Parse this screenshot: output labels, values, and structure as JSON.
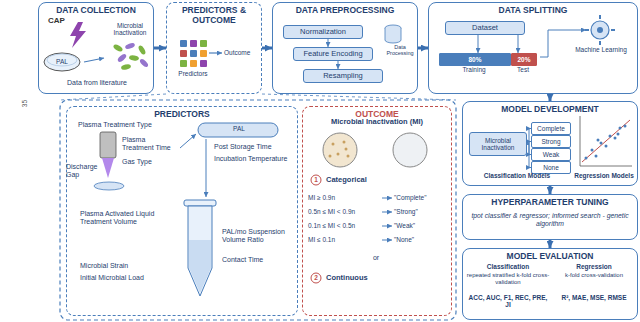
{
  "diagram": {
    "nodes": [
      {
        "text": [
          "DATA COLLECTION"
        ]
      },
      {
        "text": [
          "PREDICTORS & OUTCOME"
        ]
      },
      {
        "text": [
          "DATA PREPROCESSING"
        ]
      },
      {
        "text": [
          "Normalization"
        ],
        "in": 2
      },
      {
        "text": [
          "Feature Encoding"
        ],
        "in": 2
      },
      {
        "text": [
          "Resampling"
        ],
        "in": 2
      },
      {
        "text": [
          "DATA SPLITTING"
        ]
      },
      {
        "text": [
          "Dataset"
        ],
        "in": 6
      },
      {
        "text": [
          "80%"
        ],
        "in": 6
      },
      {
        "text": [
          "20%"
        ],
        "in": 6
      },
      {
        "text": [
          "MODEL DEVELOPMENT"
        ]
      },
      {
        "text": [
          "Microbial Inactivation"
        ],
        "in": 10
      },
      {
        "text": [
          "Complete"
        ],
        "in": 10
      },
      {
        "text": [
          "Strong"
        ],
        "in": 10
      },
      {
        "text": [
          "Weak"
        ],
        "in": 10
      },
      {
        "text": [
          "None"
        ],
        "in": 10
      },
      {
        "text": [
          "HYPERPARAMETER TUNING",
          "tpot classifier & regressor; informed search - genetic algorithm"
        ]
      },
      {
        "text": [
          "MODEL EVALUATION"
        ]
      },
      {
        "text": [
          "PREDICTORS"
        ]
      },
      {
        "text": [
          "OUTCOME"
        ]
      }
    ],
    "edges": [
      {
        "from": 0,
        "to": 1,
        "arrow": "to"
      },
      {
        "from": 1,
        "to": 2,
        "arrow": "to"
      },
      {
        "from": 2,
        "to": 6,
        "arrow": "to"
      },
      {
        "from": 6,
        "to": 10,
        "arrow": "to"
      },
      {
        "from": 10,
        "to": 16,
        "arrow": "to"
      },
      {
        "from": 16,
        "to": 17,
        "arrow": "to"
      },
      {
        "from": 3,
        "to": 4,
        "arrow": "to"
      },
      {
        "from": 4,
        "to": 5,
        "arrow": "to"
      },
      {
        "from": 7,
        "to": 8,
        "arrow": "to"
      },
      {
        "from": 7,
        "to": 9,
        "arrow": "to"
      },
      {
        "from": 11,
        "to": 12,
        "arrow": "to"
      },
      {
        "from": 11,
        "to": 13,
        "arrow": "to"
      },
      {
        "from": 11,
        "to": 14,
        "arrow": "to"
      },
      {
        "from": 11,
        "to": 15,
        "arrow": "to"
      }
    ],
    "labels": [
      "35",
      "CAP",
      "PAL",
      "Microbial Inactivation",
      "Data from literature",
      "Outcome",
      "Predictors",
      "Data Processing",
      "Training",
      "Test",
      "Machine Learning",
      "Classification Models",
      "Regression Models",
      "Classification",
      "repeated stratified k-fold cross-validation",
      "Regression",
      "k-fold cross-validation",
      "ACC, AUC, F1, REC, PRE, JI",
      "R², MAE, MSE, RMSE",
      "Plasma Treatment Type",
      "Plasma Treatment Time",
      "Gas Type",
      "Discharge Gap",
      "PAL",
      "Post Storage Time",
      "Incubation Temperature",
      "Plasma Activated Liquid Treatment Volume",
      "Microbial Strain",
      "Initial Microbial Load",
      "PAL/mo Suspension Volume Ratio",
      "Contact Time",
      "Microbial Inactivation (MI)",
      "1",
      "Categorical",
      "MI ≥ 0.9n",
      "\"Complete\"",
      "0.5n ≤ MI < 0.9n",
      "\"Strong\"",
      "0.1n ≤ MI < 0.5n",
      "\"Weak\"",
      "MI ≤ 0.1n",
      "\"None\"",
      "or",
      "2",
      "Continuous"
    ]
  }
}
